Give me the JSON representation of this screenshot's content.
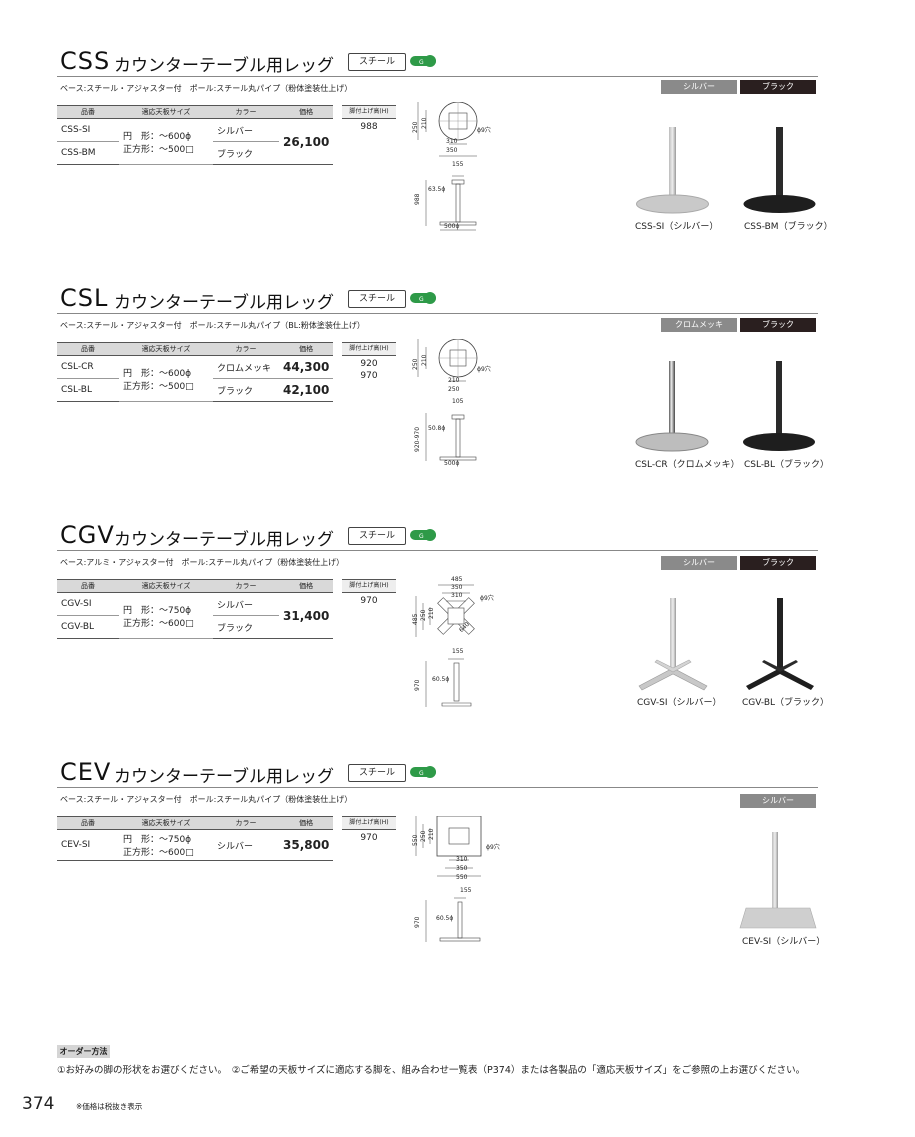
{
  "sections": [
    {
      "code": "CSS",
      "title": "カウンターテーブル用レッグ",
      "tag": "スチール",
      "spec": "ベース:スチール・アジャスター付　ポール:スチール丸パイプ（粉体塗装仕上げ）",
      "headers": [
        "品番",
        "適応天板サイズ",
        "カラー",
        "価格"
      ],
      "rows": [
        {
          "code": "CSS-SI",
          "color": "シルバー"
        },
        {
          "code": "CSS-BM",
          "color": "ブラック"
        }
      ],
      "sizes": [
        "円　形：～600ϕ",
        "正方形：～500□"
      ],
      "prices": [
        "26,100"
      ],
      "height_label": "脚付上げ高(H)",
      "heights": [
        "988"
      ],
      "colors": [
        {
          "label": "シルバー",
          "bg": "#8a8a8a"
        },
        {
          "label": "ブラック",
          "bg": "#2a1f1f"
        }
      ],
      "captions": [
        "CSS-SI（シルバー）",
        "CSS-BM（ブラック）"
      ],
      "dims": {
        "top": [
          "250",
          "210"
        ],
        "hole": "ϕ9穴",
        "bottom": [
          "310",
          "350"
        ],
        "pole_top": "155",
        "pole": "63.5ϕ",
        "height": "988",
        "base": "500ϕ"
      }
    },
    {
      "code": "CSL",
      "title": "カウンターテーブル用レッグ",
      "tag": "スチール",
      "spec": "ベース:スチール・アジャスター付　ポール:スチール丸パイプ（BL:粉体塗装仕上げ）",
      "headers": [
        "品番",
        "適応天板サイズ",
        "カラー",
        "価格"
      ],
      "rows": [
        {
          "code": "CSL-CR",
          "color": "クロムメッキ"
        },
        {
          "code": "CSL-BL",
          "color": "ブラック"
        }
      ],
      "sizes": [
        "円　形：～600ϕ",
        "正方形：～500□"
      ],
      "prices": [
        "44,300",
        "42,100"
      ],
      "height_label": "脚付上げ高(H)",
      "heights": [
        "920",
        "970"
      ],
      "colors": [
        {
          "label": "クロムメッキ",
          "bg": "#8a8a8a"
        },
        {
          "label": "ブラック",
          "bg": "#2a1f1f"
        }
      ],
      "captions": [
        "CSL-CR（クロムメッキ）",
        "CSL-BL（ブラック）"
      ],
      "dims": {
        "top": [
          "250",
          "210"
        ],
        "hole": "ϕ9穴",
        "bottom": [
          "210",
          "250"
        ],
        "pole_top": "105",
        "pole": "50.8ϕ",
        "height": "920-970",
        "base": "500ϕ"
      }
    },
    {
      "code": "CGV",
      "title": "カウンターテーブル用レッグ",
      "tag": "スチール",
      "spec": "ベース:アルミ・アジャスター付　ポール:スチール丸パイプ（粉体塗装仕上げ）",
      "headers": [
        "品番",
        "適応天板サイズ",
        "カラー",
        "価格"
      ],
      "rows": [
        {
          "code": "CGV-SI",
          "color": "シルバー"
        },
        {
          "code": "CGV-BL",
          "color": "ブラック"
        }
      ],
      "sizes": [
        "円　形：～750ϕ",
        "正方形：～600□"
      ],
      "prices": [
        "31,400"
      ],
      "height_label": "脚付上げ高(H)",
      "heights": [
        "970"
      ],
      "colors": [
        {
          "label": "シルバー",
          "bg": "#8a8a8a"
        },
        {
          "label": "ブラック",
          "bg": "#2a1f1f"
        }
      ],
      "captions": [
        "CGV-SI（シルバー）",
        "CGV-BL（ブラック）"
      ],
      "dims": {
        "top": [
          "485",
          "350",
          "310"
        ],
        "side": [
          "485",
          "250",
          "210"
        ],
        "hole": "ϕ9穴",
        "diag": "640",
        "pole_top": "155",
        "pole": "60.5ϕ",
        "height": "970"
      }
    },
    {
      "code": "CEV",
      "title": "カウンターテーブル用レッグ",
      "tag": "スチール",
      "spec": "ベース:スチール・アジャスター付　ポール:スチール丸パイプ（粉体塗装仕上げ）",
      "headers": [
        "品番",
        "適応天板サイズ",
        "カラー",
        "価格"
      ],
      "rows": [
        {
          "code": "CEV-SI",
          "color": "シルバー"
        }
      ],
      "sizes": [
        "円　形：～750ϕ",
        "正方形：～600□"
      ],
      "prices": [
        "35,800"
      ],
      "height_label": "脚付上げ高(H)",
      "heights": [
        "970"
      ],
      "colors": [
        {
          "label": "シルバー",
          "bg": "#8a8a8a"
        }
      ],
      "captions": [
        "CEV-SI（シルバー）"
      ],
      "dims": {
        "top": [
          "550",
          "250",
          "210"
        ],
        "hole": "ϕ9穴",
        "bottom": [
          "310",
          "350",
          "550"
        ],
        "pole_top": "155",
        "pole": "60.5ϕ",
        "height": "970"
      }
    }
  ],
  "footer": {
    "order_label": "オーダー方法",
    "order_text": "①お好みの脚の形状をお選びください。　②ご希望の天板サイズに適応する脚を、組み合わせ一覧表（P374）または各製品の「適応天板サイズ」をご参照の上お選びください。",
    "page_number": "374",
    "note": "※価格は税抜き表示"
  }
}
